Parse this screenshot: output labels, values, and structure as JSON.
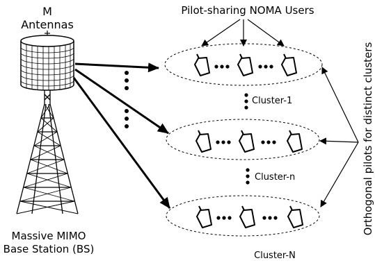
{
  "base_station": {
    "antenna_count_label": "M",
    "antenna_word": "Antennas",
    "name_line1": "Massive MIMO",
    "name_line2": "Base Station (BS)"
  },
  "users": {
    "title": "Pilot-sharing NOMA Users"
  },
  "clusters": [
    {
      "label": "Cluster-1"
    },
    {
      "label": "Cluster-n"
    },
    {
      "label": "Cluster-N"
    }
  ],
  "side_note": "Orthogonal pilots for distinct clusters",
  "icons": [
    "antenna-array-icon",
    "lattice-tower-icon",
    "phone-icon",
    "ellipsis-dots-icon"
  ]
}
